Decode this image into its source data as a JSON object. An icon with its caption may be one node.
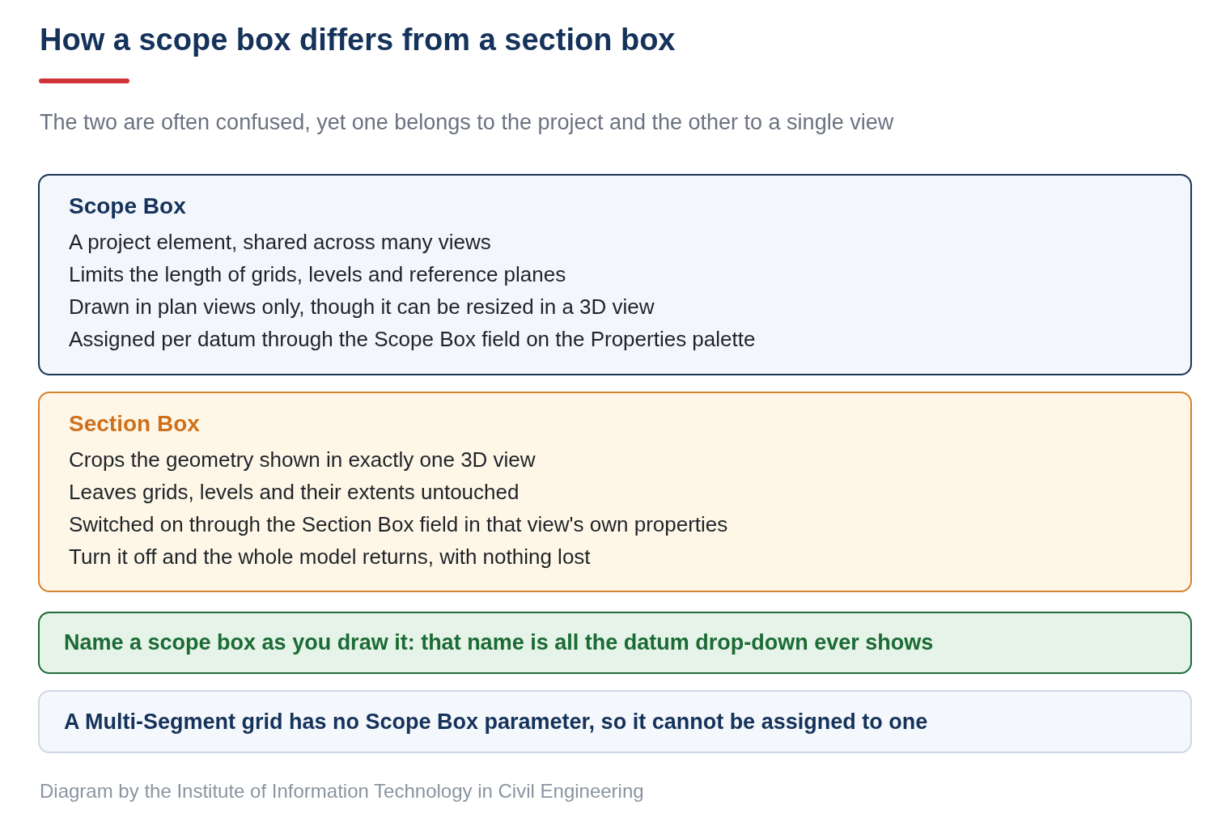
{
  "diagram": {
    "title": "How a scope box differs from a section box",
    "caption": "Diagram by the Institute of Information Technology in Civil Engineering",
    "labels": [
      "The two are often confused, yet one belongs to the project and the other to a single view"
    ],
    "nodes": [
      {
        "text": [
          "Scope Box",
          "A project element, shared across many views",
          "Limits the length of grids, levels and reference planes",
          "Drawn in plan views only, though it can be resized in a 3D view",
          "Assigned per datum through the Scope Box field on the Properties palette"
        ]
      },
      {
        "text": [
          "Section Box",
          "Crops the geometry shown in exactly one 3D view",
          "Leaves grids, levels and their extents untouched",
          "Switched on through the Section Box field in that view's own properties",
          "Turn it off and the whole model returns, with nothing lost"
        ]
      },
      {
        "text": [
          "Name a scope box as you draw it: that name is all the datum drop-down ever shows"
        ]
      },
      {
        "text": [
          "A Multi-Segment grid has no Scope Box parameter, so it cannot be assigned to one"
        ]
      }
    ]
  }
}
